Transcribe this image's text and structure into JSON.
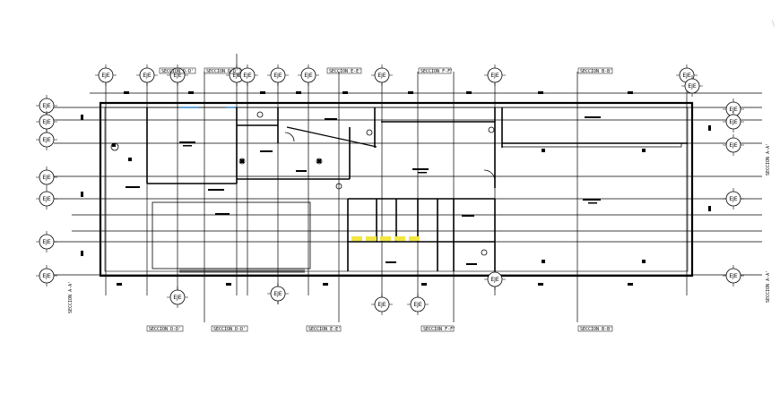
{
  "drawing": {
    "grid_bubble_text": "EJE",
    "section_labels": {
      "top_d1": "SECCION D-D'",
      "top_d2": "SECCION D-D'",
      "top_e": "SECCION E-E'",
      "top_f": "SECCION F-F'",
      "top_b": "SECCION B-B'",
      "bot_d1": "SECCION D-D'",
      "bot_d2": "SECCION D-D'",
      "bot_e": "SECCION E-E'",
      "bot_f": "SECCION F-F'",
      "bot_b": "SECCION B-B'",
      "right_a1": "SECCION A-A'",
      "right_a2": "SECCION A-A'",
      "left_a": "SECCION A-A'"
    },
    "watermark": "\\ "
  }
}
